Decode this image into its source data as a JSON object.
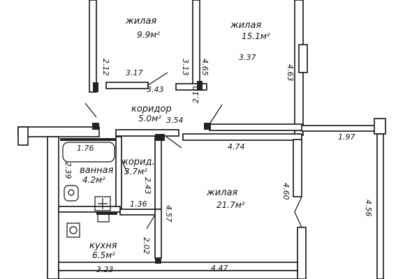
{
  "rooms": {
    "living_small": {
      "name": "жилая",
      "area": "9.9м²"
    },
    "living_top": {
      "name": "жилая",
      "area": "15.1м²"
    },
    "corridor_main": {
      "name": "коридор",
      "area": "5.0м²"
    },
    "corridor_small": {
      "name": "корид.",
      "area": "3.7м²"
    },
    "bathroom": {
      "name": "ванная",
      "area": "4.2м²"
    },
    "living_big": {
      "name": "жилая",
      "area": "21.7м²"
    },
    "kitchen": {
      "name": "кухня",
      "area": "6.5м²"
    }
  },
  "dimensions": {
    "d_212": "2.12",
    "d_313": "3.13",
    "d_465": "4.65",
    "d_317": "3.17",
    "d_343": "3.43",
    "d_337": "3.37",
    "d_463": "4.63",
    "d_354": "3.54",
    "d_210": "2.10",
    "d_197": "1.97",
    "d_474": "4.74",
    "d_176": "1.76",
    "d_239": "2.39",
    "d_243": "2.43",
    "d_457": "4.57",
    "d_136": "1.36",
    "d_460": "4.60",
    "d_456": "4.56",
    "d_202": "2.02",
    "d_323": "3.23",
    "d_447": "4.47"
  }
}
